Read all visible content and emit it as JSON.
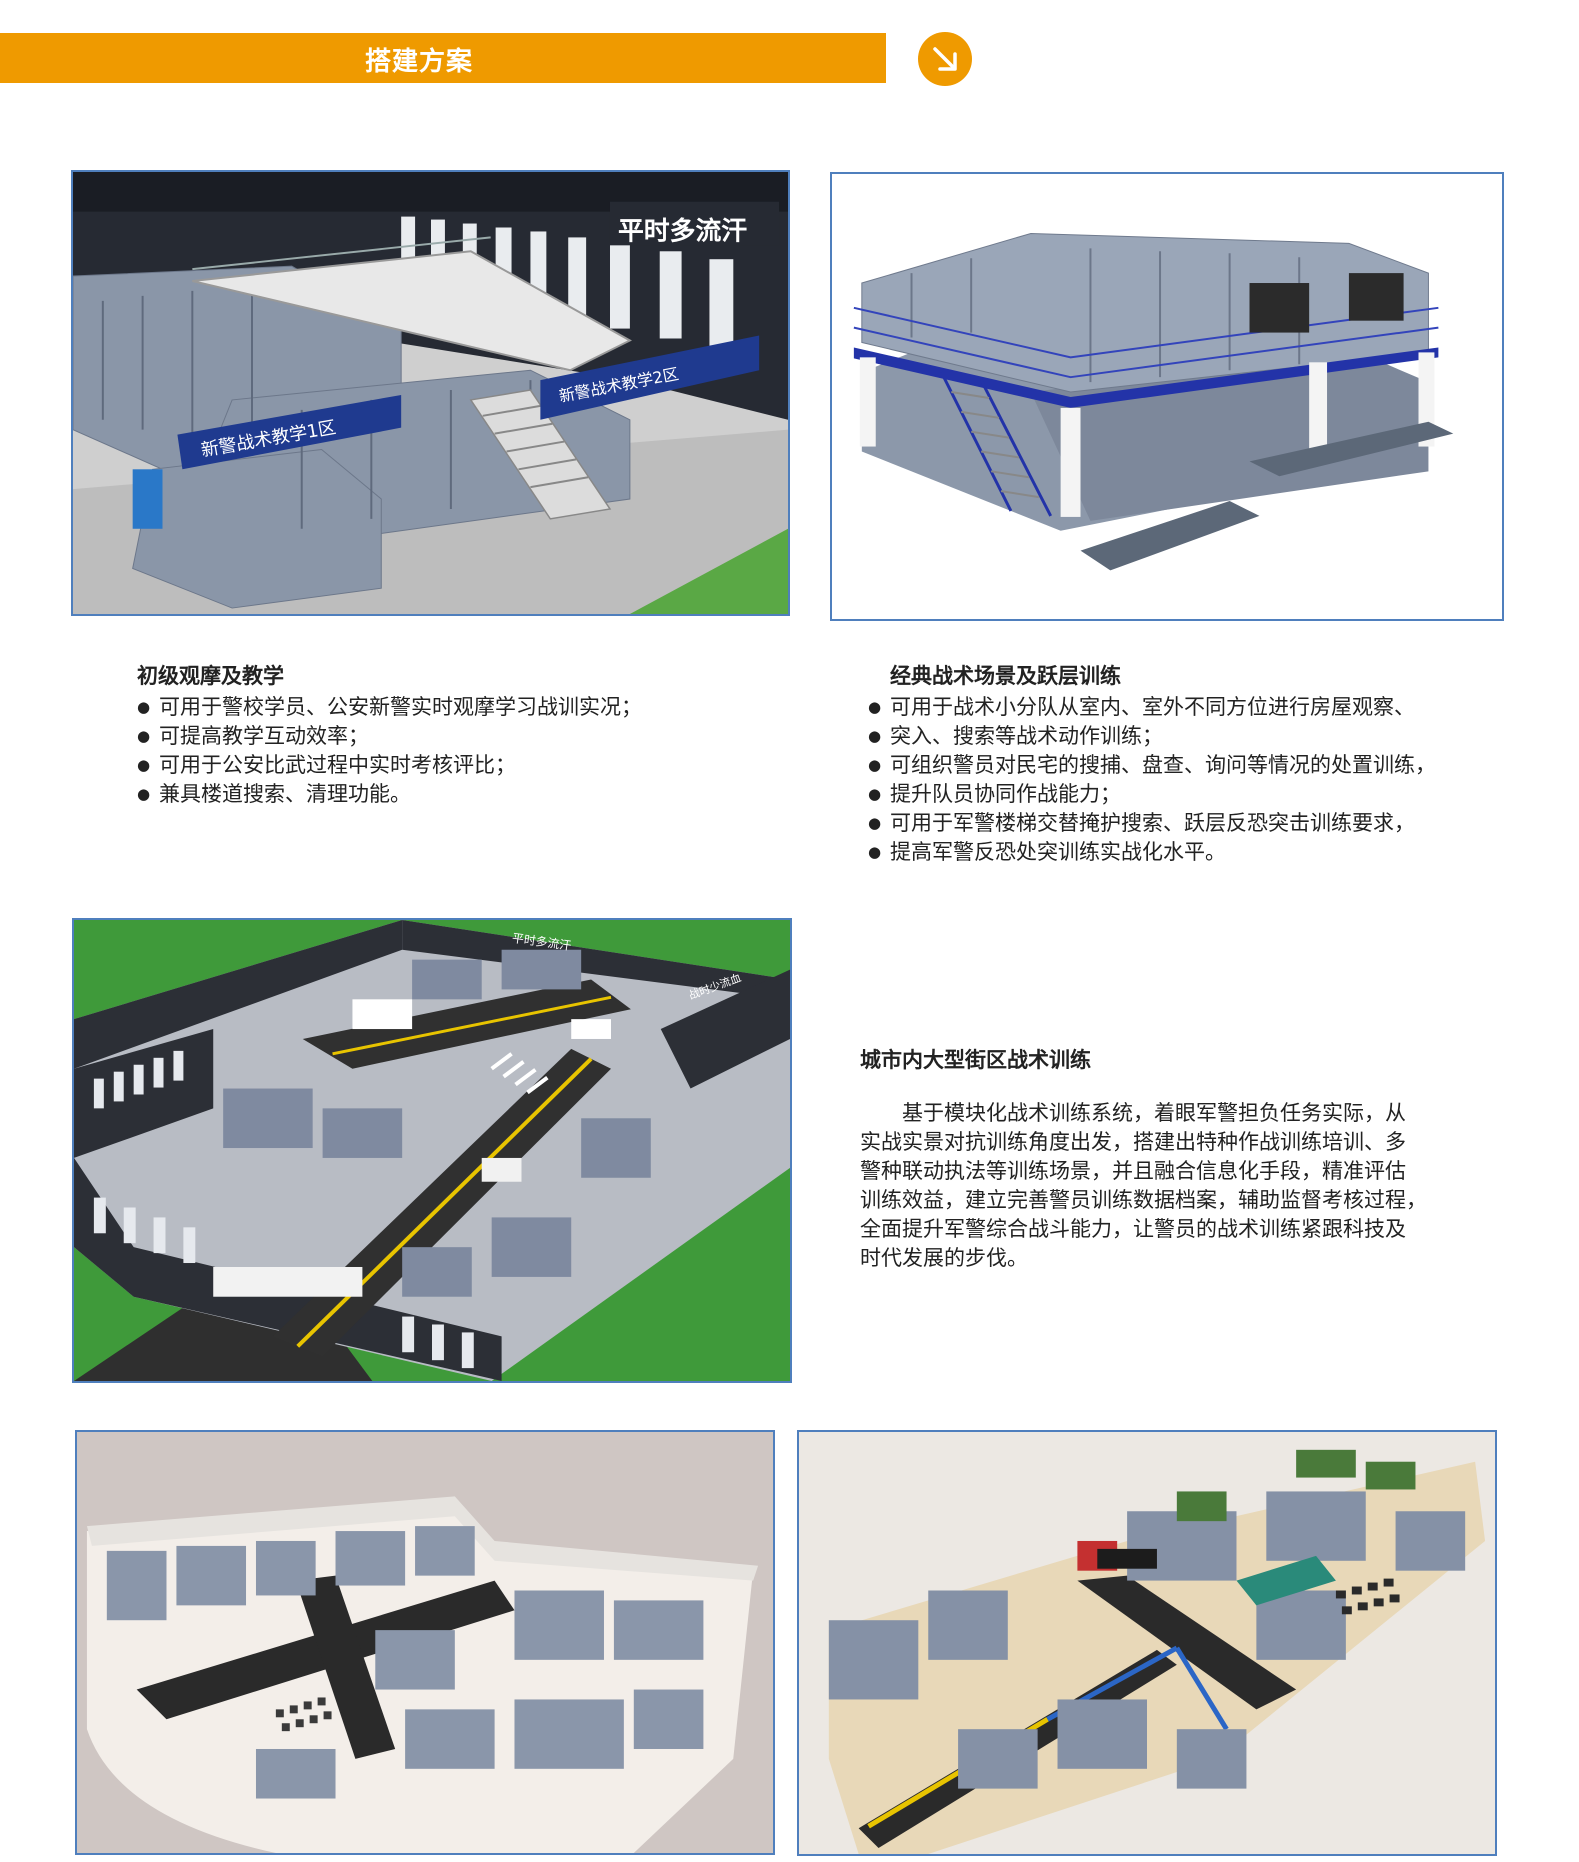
{
  "banner": {
    "title": "搭建方案",
    "accent": "#ef9a00"
  },
  "images": {
    "img1": {
      "sign_wall": "平时多流汗",
      "sign_front": "新警战术教学1区",
      "sign_back": "新警战术教学2区"
    },
    "img2": {},
    "img3": {
      "sign_top": "平时多流汗",
      "sign_right": "战时少流血"
    },
    "img4": {},
    "img5": {}
  },
  "section1": {
    "heading": "初级观摩及教学",
    "bullets": [
      "可用于警校学员、公安新警实时观摩学习战训实况；",
      "可提高教学互动效率；",
      "可用于公安比武过程中实时考核评比；",
      "兼具楼道搜索、清理功能。"
    ]
  },
  "section2": {
    "heading": "经典战术场景及跃层训练",
    "bullets": [
      "可用于战术小分队从室内、室外不同方位进行房屋观察、",
      "突入、搜索等战术动作训练；",
      "可组织警员对民宅的搜捕、盘查、询问等情况的处置训练，",
      "提升队员协同作战能力；",
      "可用于军警楼梯交替掩护搜索、跃层反恐突击训练要求，",
      "提高军警反恐处突训练实战化水平。"
    ]
  },
  "section3": {
    "heading": "城市内大型街区战术训练",
    "lines": [
      "基于模块化战术训练系统，着眼军警担负任务实际，从",
      "实战实景对抗训练角度出发，搭建出特种作战训练培训、多",
      "警种联动执法等训练场景，并且融合信息化手段，精准评估",
      "训练效益，建立完善警员训练数据档案，辅助监督考核过程，",
      "全面提升军警综合战斗能力，让警员的战术训练紧跟科技及",
      "时代发展的步伐。"
    ]
  }
}
